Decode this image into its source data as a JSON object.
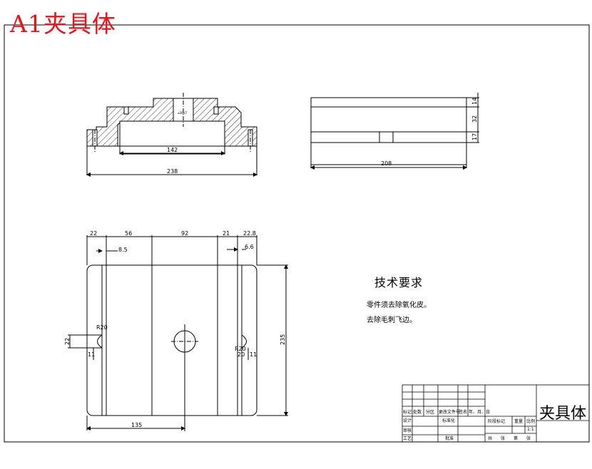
{
  "sheet": {
    "title": "A1夹具体"
  },
  "tech_requirements": {
    "heading": "技术要求",
    "lines": [
      "零件须去除氧化皮。",
      "去除毛刺飞边。"
    ]
  },
  "top_view_dims": {
    "d142": "142",
    "d238": "238",
    "mark": "⌀30H7"
  },
  "side_view_dims": {
    "d208": "208",
    "d14": "14",
    "d32": "32",
    "d17": "17"
  },
  "plan_view_dims": {
    "d22a": "22",
    "d56": "56",
    "d92": "92",
    "d21": "21",
    "d228": "22.8",
    "d8": "8.5",
    "d6": "6.6",
    "r20a": "R20",
    "r20b": "R20",
    "d22b": "22",
    "d11a": "11",
    "d11b": "11",
    "d20": "20",
    "d235": "235",
    "d135": "135"
  },
  "title_block": {
    "part_name": "夹具体",
    "rev_labels": [
      "标记",
      "处数",
      "分区",
      "更改文件号",
      "签名",
      "年、月、日"
    ],
    "row_labels": [
      "设计",
      "标准化",
      "审核",
      "工艺",
      "批准"
    ],
    "stage_labels": [
      "阶段标记",
      "重量",
      "比例"
    ],
    "scale": "1:1",
    "sheet_labels": [
      "共",
      "张",
      "第",
      "张"
    ]
  }
}
